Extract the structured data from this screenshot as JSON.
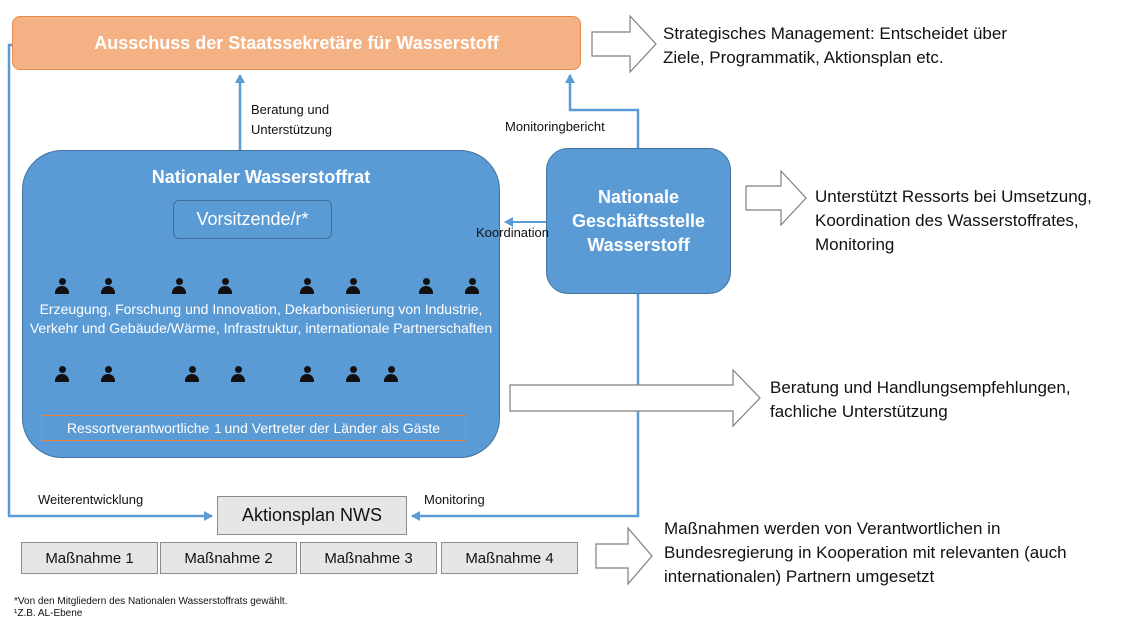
{
  "committee": {
    "title": "Ausschuss der Staatssekretäre für Wasserstoff"
  },
  "council": {
    "title": "Nationaler Wasserstoffrat",
    "chair": "Vorsitzende/r*",
    "topics": "Erzeugung, Forschung und Innovation, Dekarbonisierung von Industrie, Verkehr und Gebäude/Wärme, Infrastruktur, internationale Partnerschaften",
    "responsible_before": "Ressortverantwortliche",
    "responsible_sup": "1",
    "responsible_after": "und Vertreter der Länder als Gäste"
  },
  "office": {
    "line1": "Nationale",
    "line2": "Geschäftsstelle",
    "line3": "Wasserstoff"
  },
  "action_plan": "Aktionsplan NWS",
  "measures": [
    "Maßnahme 1",
    "Maßnahme 2",
    "Maßnahme 3",
    "Maßnahme 4"
  ],
  "labels": {
    "advice_line1": "Beratung und",
    "advice_line2": "Unterstützung",
    "monitoring_report": "Monitoringbericht",
    "coordination": "Koordination",
    "development": "Weiterentwicklung",
    "monitoring": "Monitoring"
  },
  "descriptions": {
    "strategic_line1": "Strategisches Management: Entscheidet über",
    "strategic_line2": "Ziele, Programmatik, Aktionsplan etc.",
    "office_line1": "Unterstützt Ressorts bei Umsetzung,",
    "office_line2": "Koordination des Wasserstoffrates,",
    "office_line3": "Monitoring",
    "council_line1": "Beratung und Handlungsempfehlungen,",
    "council_line2": "fachliche Unterstützung",
    "measures_line1": "Maßnahmen werden von Verantwortlichen in",
    "measures_line2": "Bundesregierung in Kooperation mit relevanten (auch",
    "measures_line3": "internationalen) Partnern umgesetzt"
  },
  "footnotes": {
    "star": "*Von den Mitgliedern des Nationalen Wasserstoffrats gewählt.",
    "one": "¹Z.B. AL-Ebene"
  },
  "colors": {
    "committee_fill": "#f4b183",
    "council_fill": "#5b9bd5",
    "connector": "#5b9bd5",
    "measure_fill": "#e7e6e6"
  },
  "icons": [
    "person-icon",
    "block-arrow-icon",
    "connector-arrow-icon"
  ]
}
